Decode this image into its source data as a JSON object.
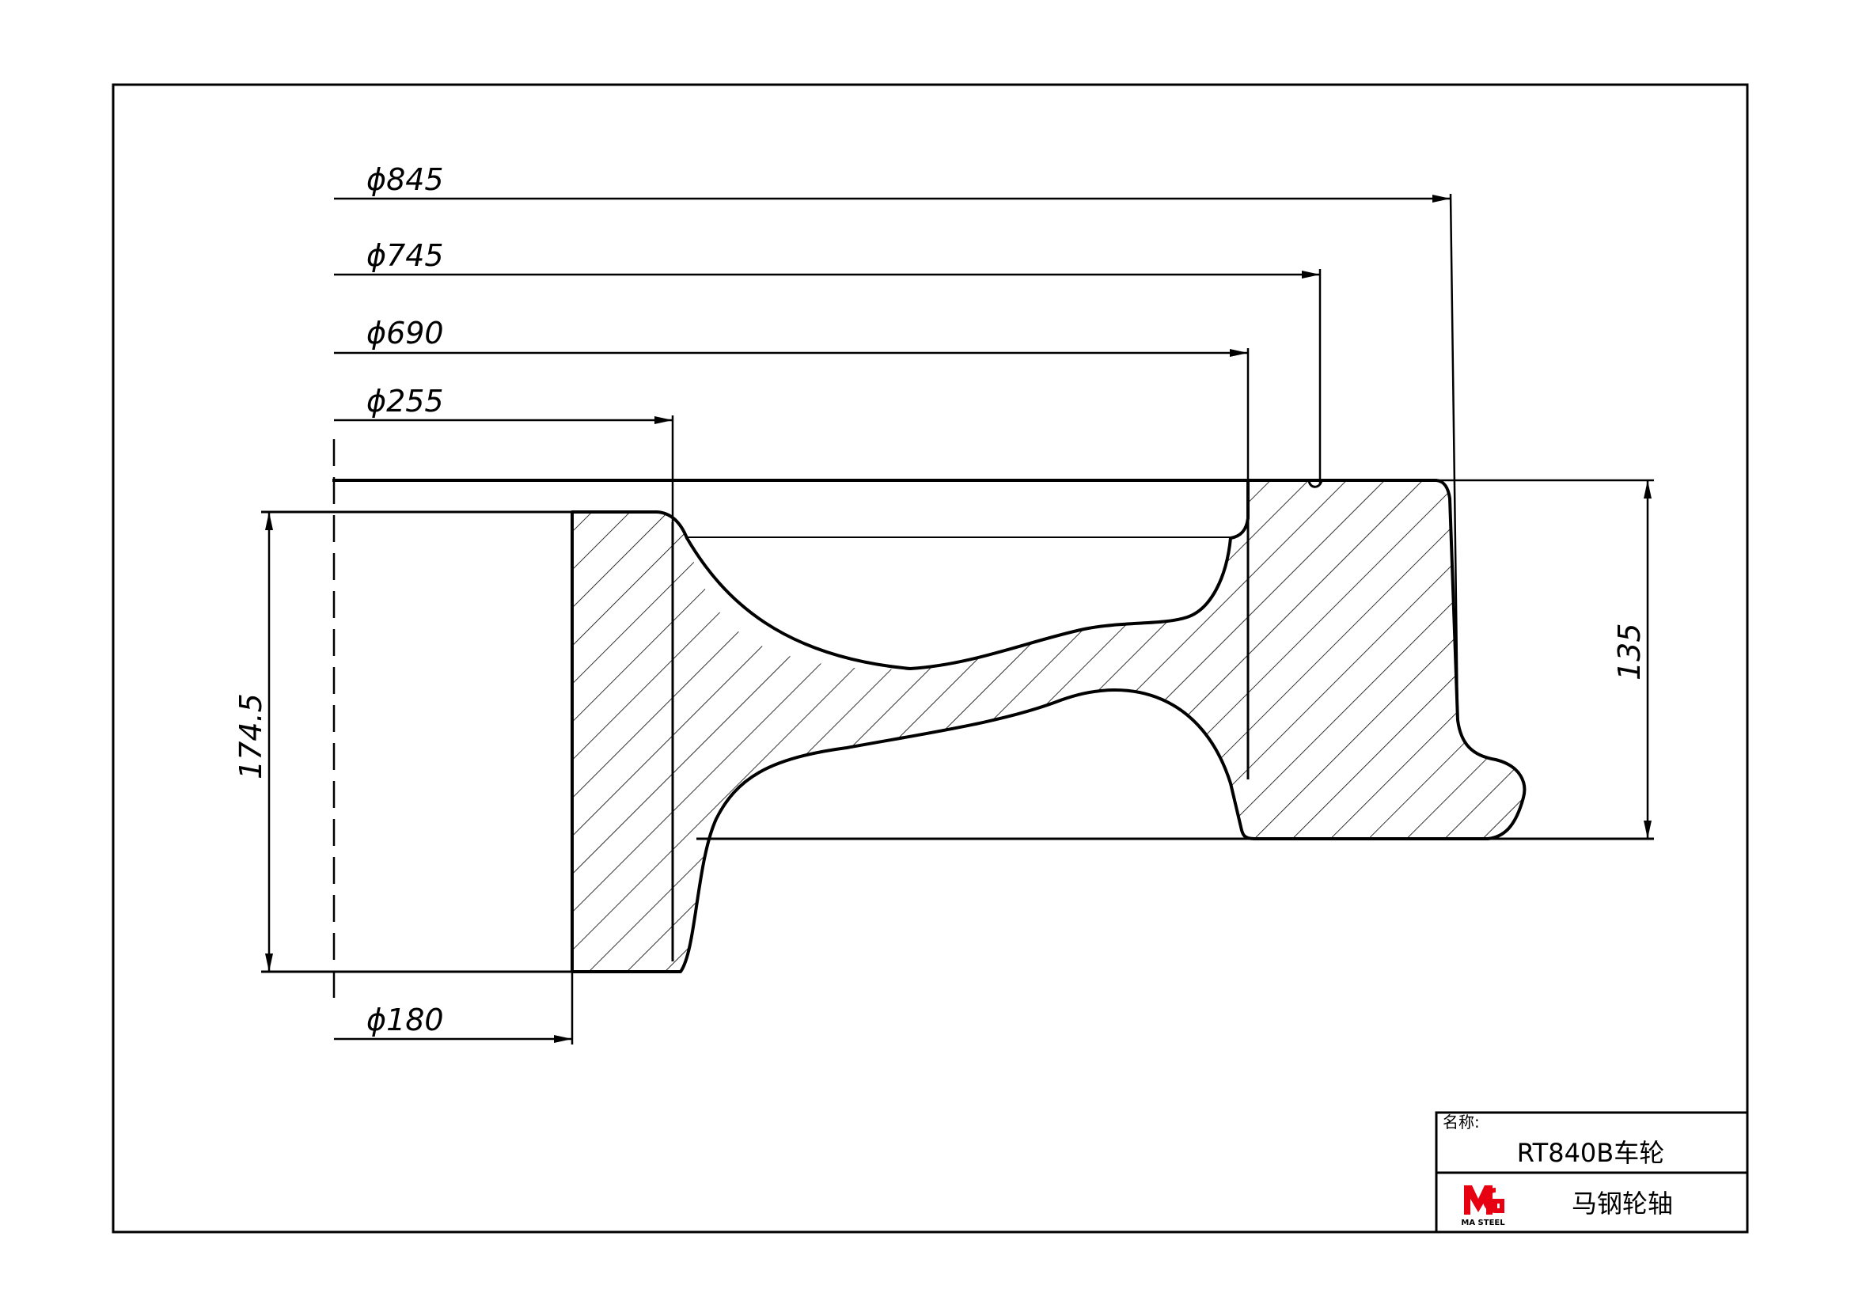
{
  "drawing": {
    "dimensions": {
      "d845": "ϕ845",
      "d745": "ϕ745",
      "d690": "ϕ690",
      "d255": "ϕ255",
      "d180": "ϕ180",
      "h174_5": "174.5",
      "h135": "135"
    }
  },
  "title_block": {
    "name_label": "名称:",
    "part_name": "RT840B车轮",
    "logo_text": "MA STEEL",
    "company": "马钢轮轴",
    "logo_color": "#e60012"
  }
}
